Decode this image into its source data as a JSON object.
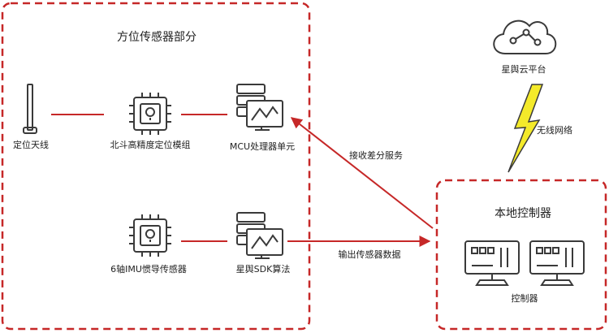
{
  "sensor_group": {
    "title": "方位传感器部分"
  },
  "nodes": {
    "antenna": "定位天线",
    "gnss_module": "北斗高精度定位模组",
    "mcu": "MCU处理器单元",
    "imu": "6轴IMU惯导传感器",
    "sdk": "星舆SDK算法",
    "cloud": "星舆云平台",
    "controller": "控制器"
  },
  "local_group": {
    "title": "本地控制器"
  },
  "edges": {
    "receive_service": "接收差分服务",
    "output_data": "输出传感器数据",
    "wireless": "无线网络"
  },
  "colors": {
    "accent": "#c62828",
    "icon_dark": "#3a3a3a",
    "lightning_fill": "#f4ea2a"
  }
}
